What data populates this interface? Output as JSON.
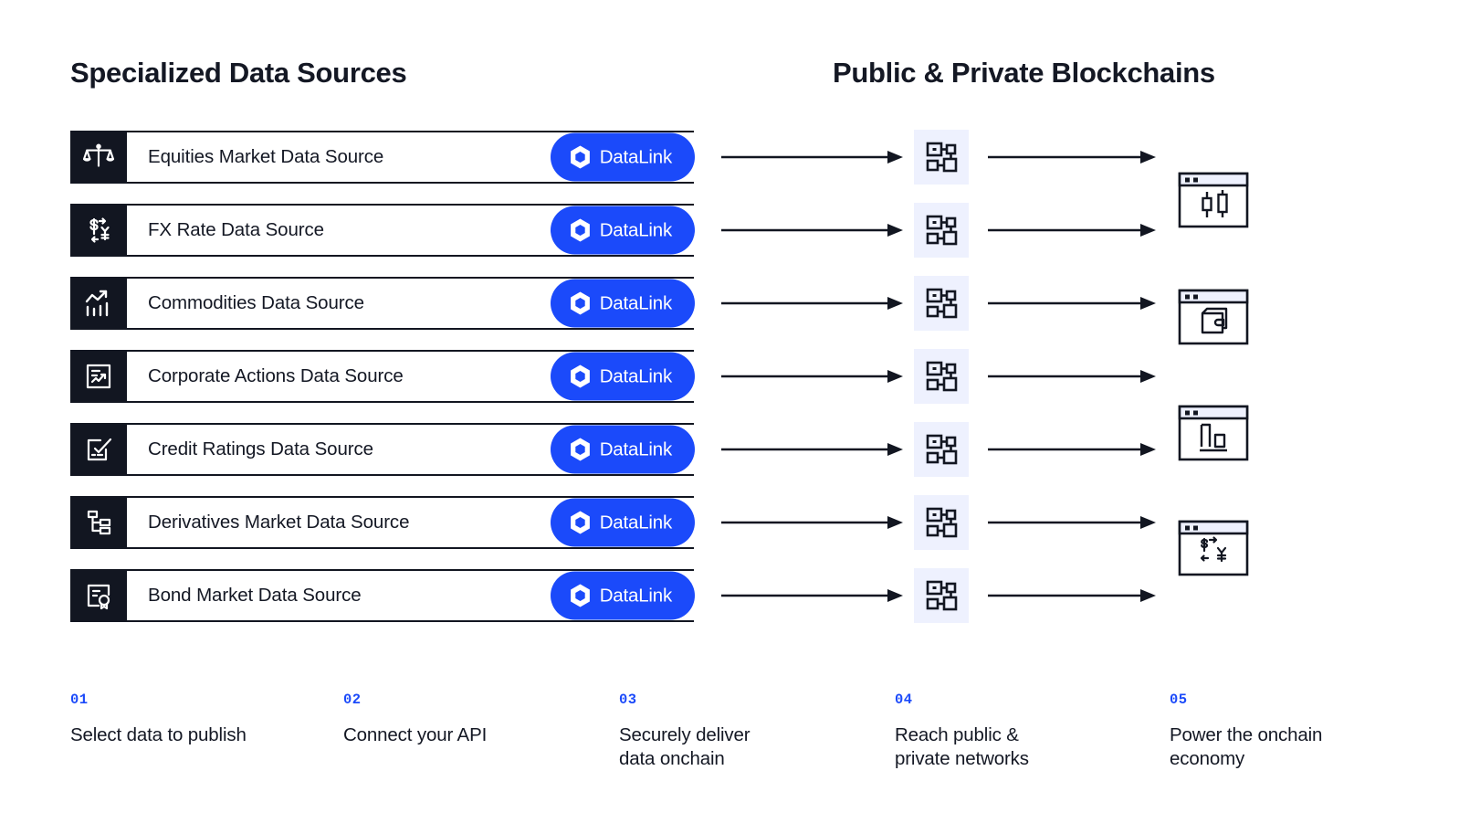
{
  "headings": {
    "left": "Specialized Data Sources",
    "right": "Public & Private Blockchains"
  },
  "colors": {
    "brand_blue": "#1b4afa",
    "dark": "#121621",
    "node_bg": "#eef1fe",
    "page_bg": "#ffffff"
  },
  "badge": {
    "label": "DataLink",
    "logo_icon": "hexagon-icon"
  },
  "sources": [
    {
      "label": "Equities Market Data Source",
      "icon": "scales-balance-icon"
    },
    {
      "label": "FX Rate Data Source",
      "icon": "currency-exchange-icon"
    },
    {
      "label": "Commodities Data Source",
      "icon": "trend-up-bars-icon"
    },
    {
      "label": "Corporate Actions Data Source",
      "icon": "document-chart-icon"
    },
    {
      "label": "Credit Ratings Data Source",
      "icon": "rating-check-icon"
    },
    {
      "label": "Derivatives Market Data Source",
      "icon": "hierarchy-tree-icon"
    },
    {
      "label": "Bond Market Data Source",
      "icon": "certificate-seal-icon"
    }
  ],
  "network_nodes": [
    {
      "icon": "network-nodes-icon"
    },
    {
      "icon": "network-nodes-icon"
    },
    {
      "icon": "network-nodes-icon"
    },
    {
      "icon": "network-nodes-icon"
    },
    {
      "icon": "network-nodes-icon"
    },
    {
      "icon": "network-nodes-icon"
    },
    {
      "icon": "network-nodes-icon"
    }
  ],
  "destinations": [
    {
      "icon": "browser-candlestick-chart-icon"
    },
    {
      "icon": "browser-wallet-icon"
    },
    {
      "icon": "browser-bar-chart-icon"
    },
    {
      "icon": "browser-currency-exchange-icon"
    }
  ],
  "steps": [
    {
      "num": "01",
      "text": "Select data to publish"
    },
    {
      "num": "02",
      "text": "Connect your API"
    },
    {
      "num": "03",
      "text": "Securely deliver\ndata onchain"
    },
    {
      "num": "04",
      "text": "Reach public &\nprivate networks"
    },
    {
      "num": "05",
      "text": "Power the onchain\neconomy"
    }
  ]
}
